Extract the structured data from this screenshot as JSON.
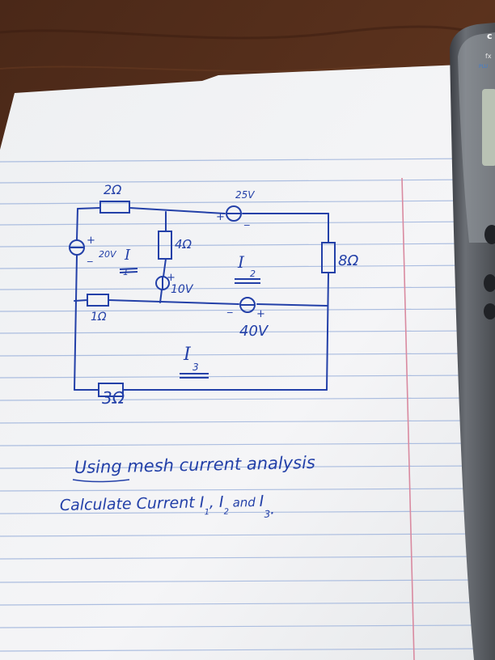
{
  "circuit": {
    "resistors": {
      "r_top": "2Ω",
      "r_mid_vertical": "4Ω",
      "r_right": "8Ω",
      "r_middle_left": "1Ω",
      "r_bottom": "3Ω"
    },
    "sources": {
      "v_top": "25V",
      "v_left": "20V",
      "v_mid": "10V",
      "v_lower": "40V"
    },
    "mesh_labels": {
      "i1": "I",
      "i1_sub": "1",
      "i2": "I",
      "i2_sub": "2",
      "i3": "I",
      "i3_sub": "3"
    }
  },
  "question": {
    "line1": "Using mesh current analysis",
    "line2_prefix": "Calculate Current I",
    "line2_sub1": "1",
    "line2_mid": ", I",
    "line2_sub2": "2",
    "line2_and": " and ",
    "line2_i3": "I",
    "line2_sub3": "3",
    "line2_end": "."
  },
  "calculator": {
    "label_top": "c",
    "label_fx": "fx",
    "label_small": "PLU"
  },
  "colors": {
    "ink": "#2340a8",
    "paper": "#f4f4f6",
    "rule_line": "#9fb4dc",
    "margin_line": "#d98aa0",
    "table": "#3a1f14",
    "calculator_body": "#5a5d63"
  }
}
